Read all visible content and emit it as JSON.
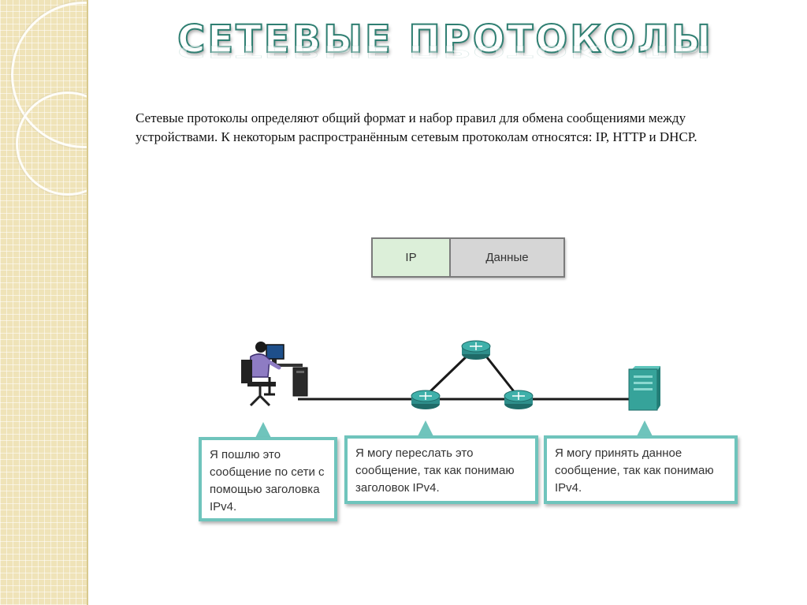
{
  "title": "Сетевые протоколы",
  "intro_text": "Сетевые протоколы определяют общий формат и набор правил для обмена сообщениями между устройствами. К некоторым распространённым сетевым протоколам относятся: IP, HTTP и DHCP.",
  "packet": {
    "header_label": "IP",
    "data_label": "Данные"
  },
  "callouts": [
    {
      "text": "Я пошлю это сообщение по сети с помощью заголовка IPv4."
    },
    {
      "text": "Я могу переслать это сообщение, так как понимаю заголовок IPv4."
    },
    {
      "text": "Я могу принять данное сообщение, так как понимаю IPv4."
    }
  ],
  "icons": {
    "host": "user-at-computer-icon",
    "router": "router-icon",
    "server": "server-icon"
  },
  "colors": {
    "accent": "#2f7f72",
    "callout_border": "#6fc4bc",
    "router": "#2e8e8b",
    "server": "#36a39a",
    "packet_header": "#dcefd9",
    "packet_data": "#d6d6d6"
  }
}
